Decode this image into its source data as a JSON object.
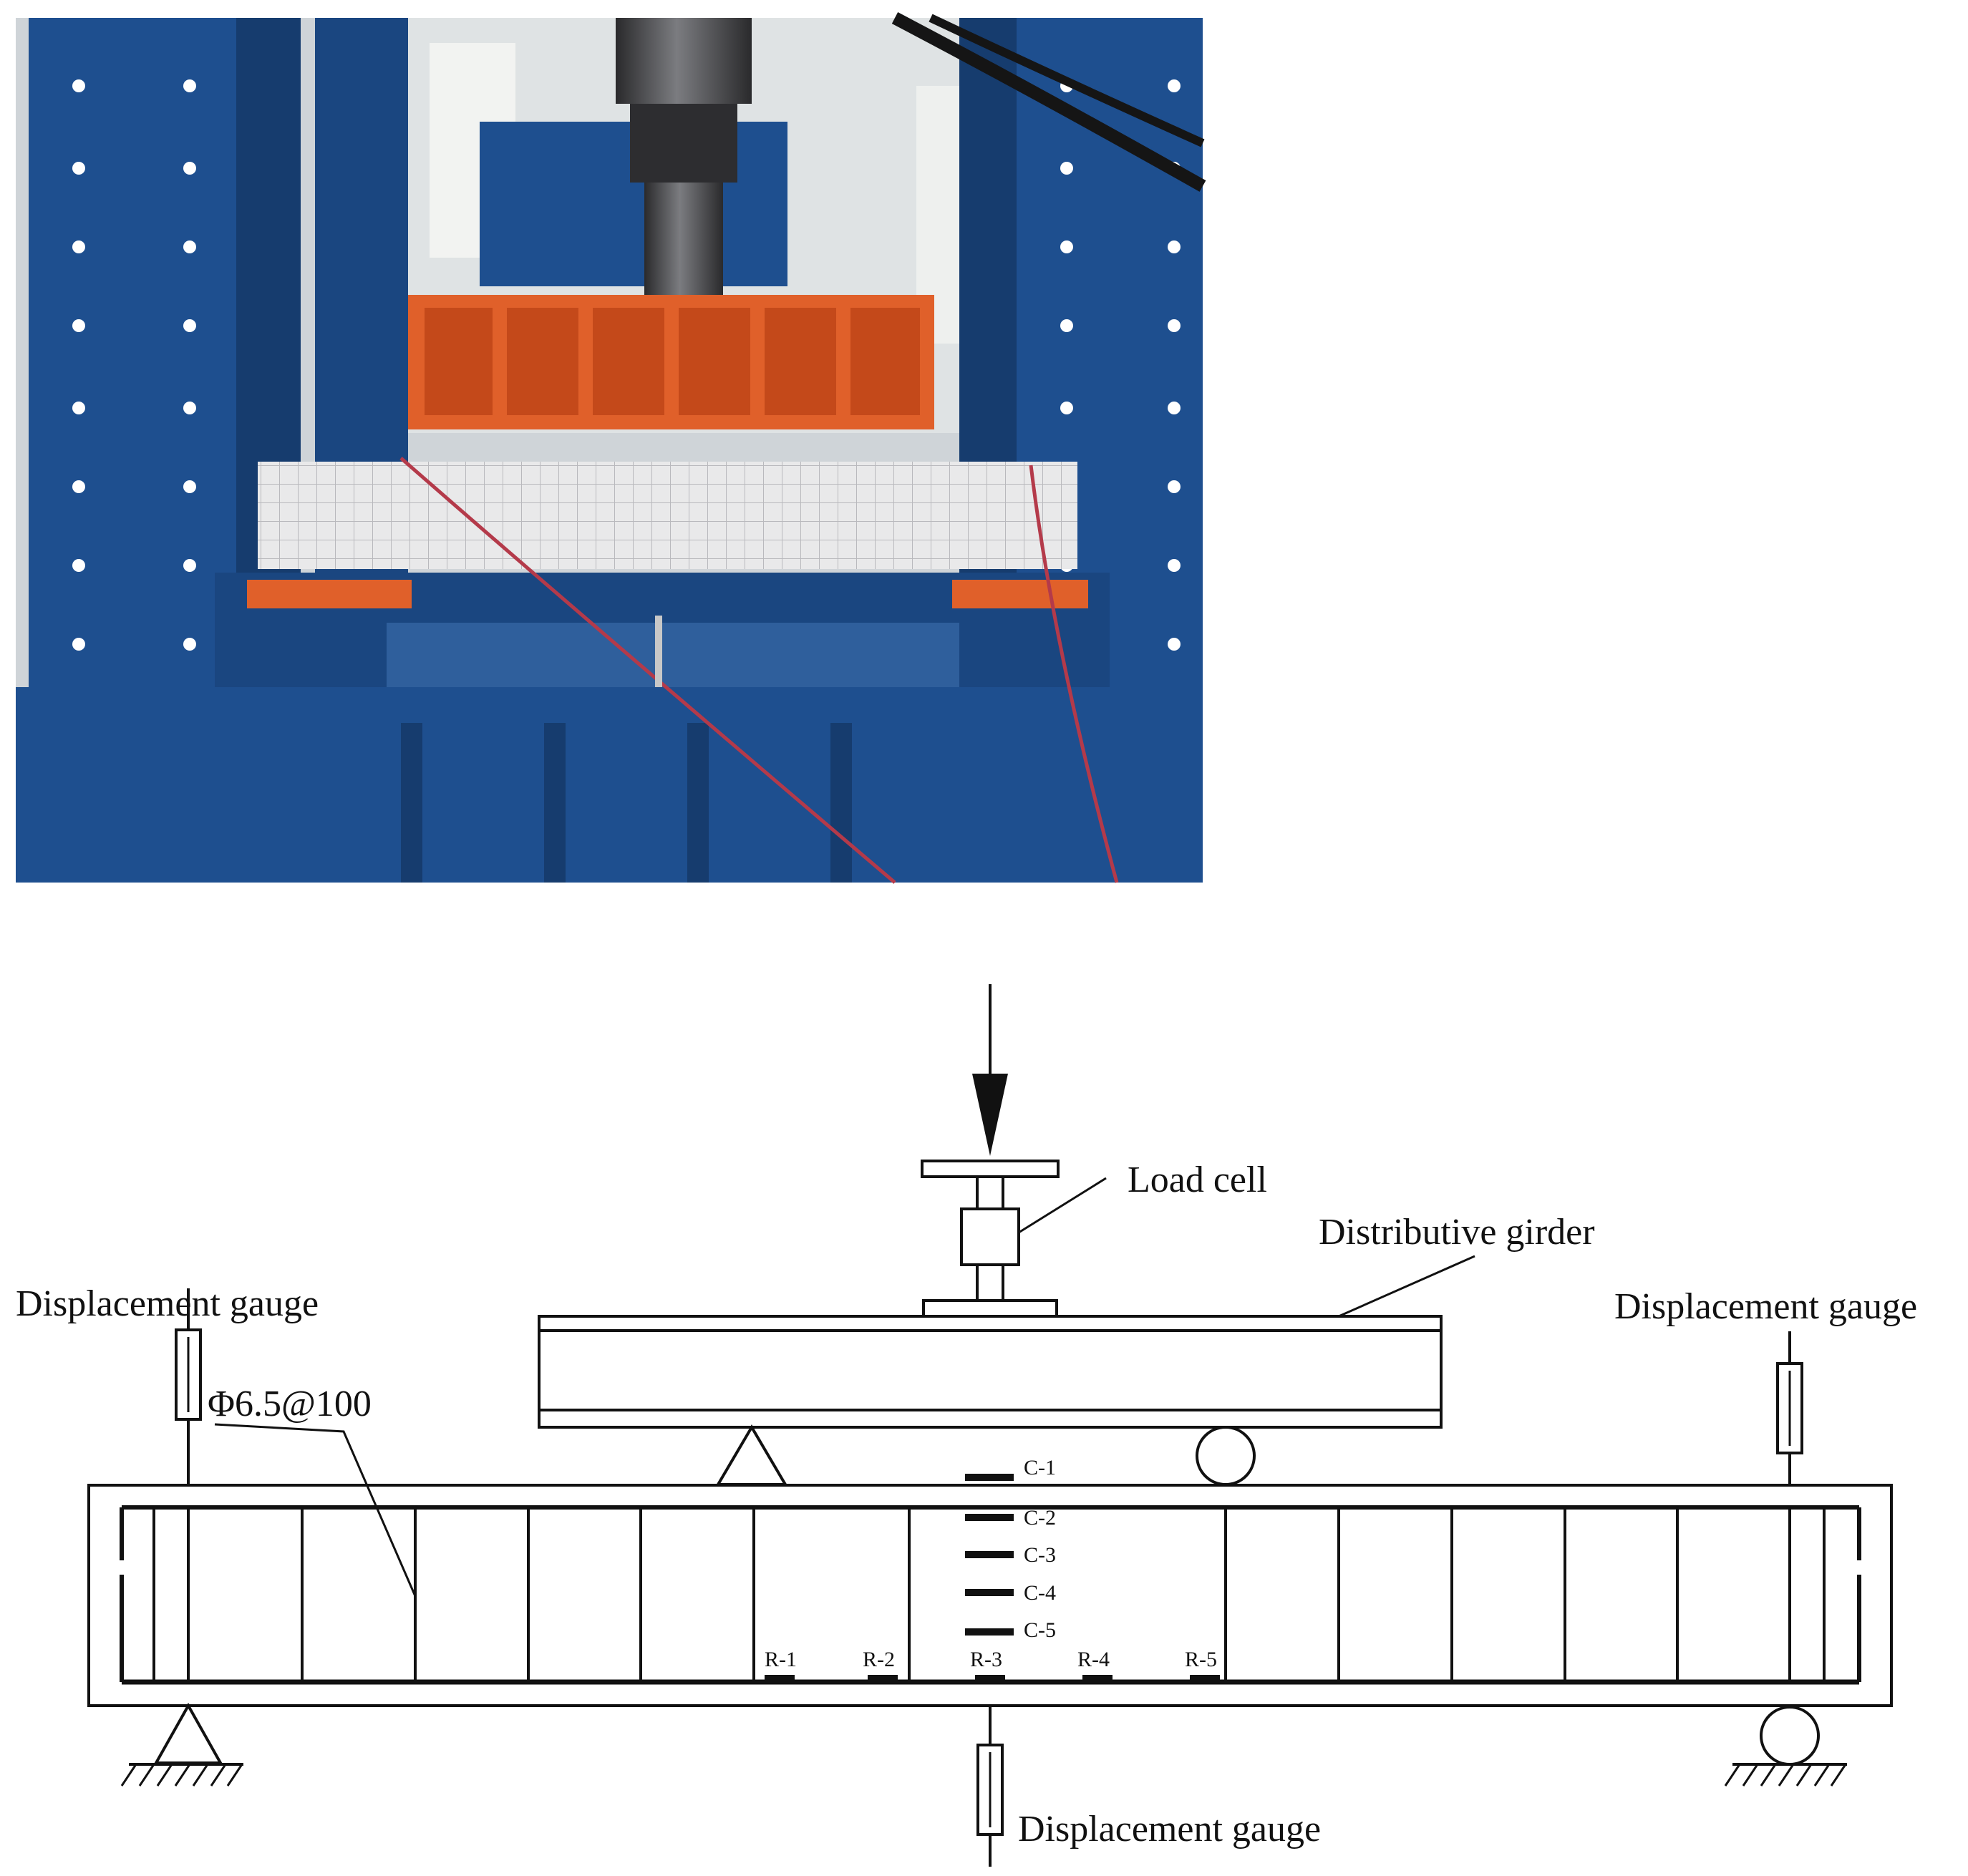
{
  "colors": {
    "frame_blue": "#1e4f8f",
    "frame_blue_dark": "#163c6e",
    "girder_orange": "#e0602a",
    "beam_white": "#e9e9ea",
    "line": "#111111"
  },
  "photo": {
    "subject": "test-setup-photo"
  },
  "diagram": {
    "load_cell": "Load cell",
    "distributive_girder": "Distributive girder",
    "gauge_left": "Displacement gauge",
    "gauge_right": "Displacement gauge",
    "gauge_bottom": "Displacement gauge",
    "stirrup": "Φ6.5@100",
    "concrete_gauges": [
      "C-1",
      "C-2",
      "C-3",
      "C-4",
      "C-5"
    ],
    "rebar_gauges": [
      "R-1",
      "R-2",
      "R-3",
      "R-4",
      "R-5"
    ]
  }
}
